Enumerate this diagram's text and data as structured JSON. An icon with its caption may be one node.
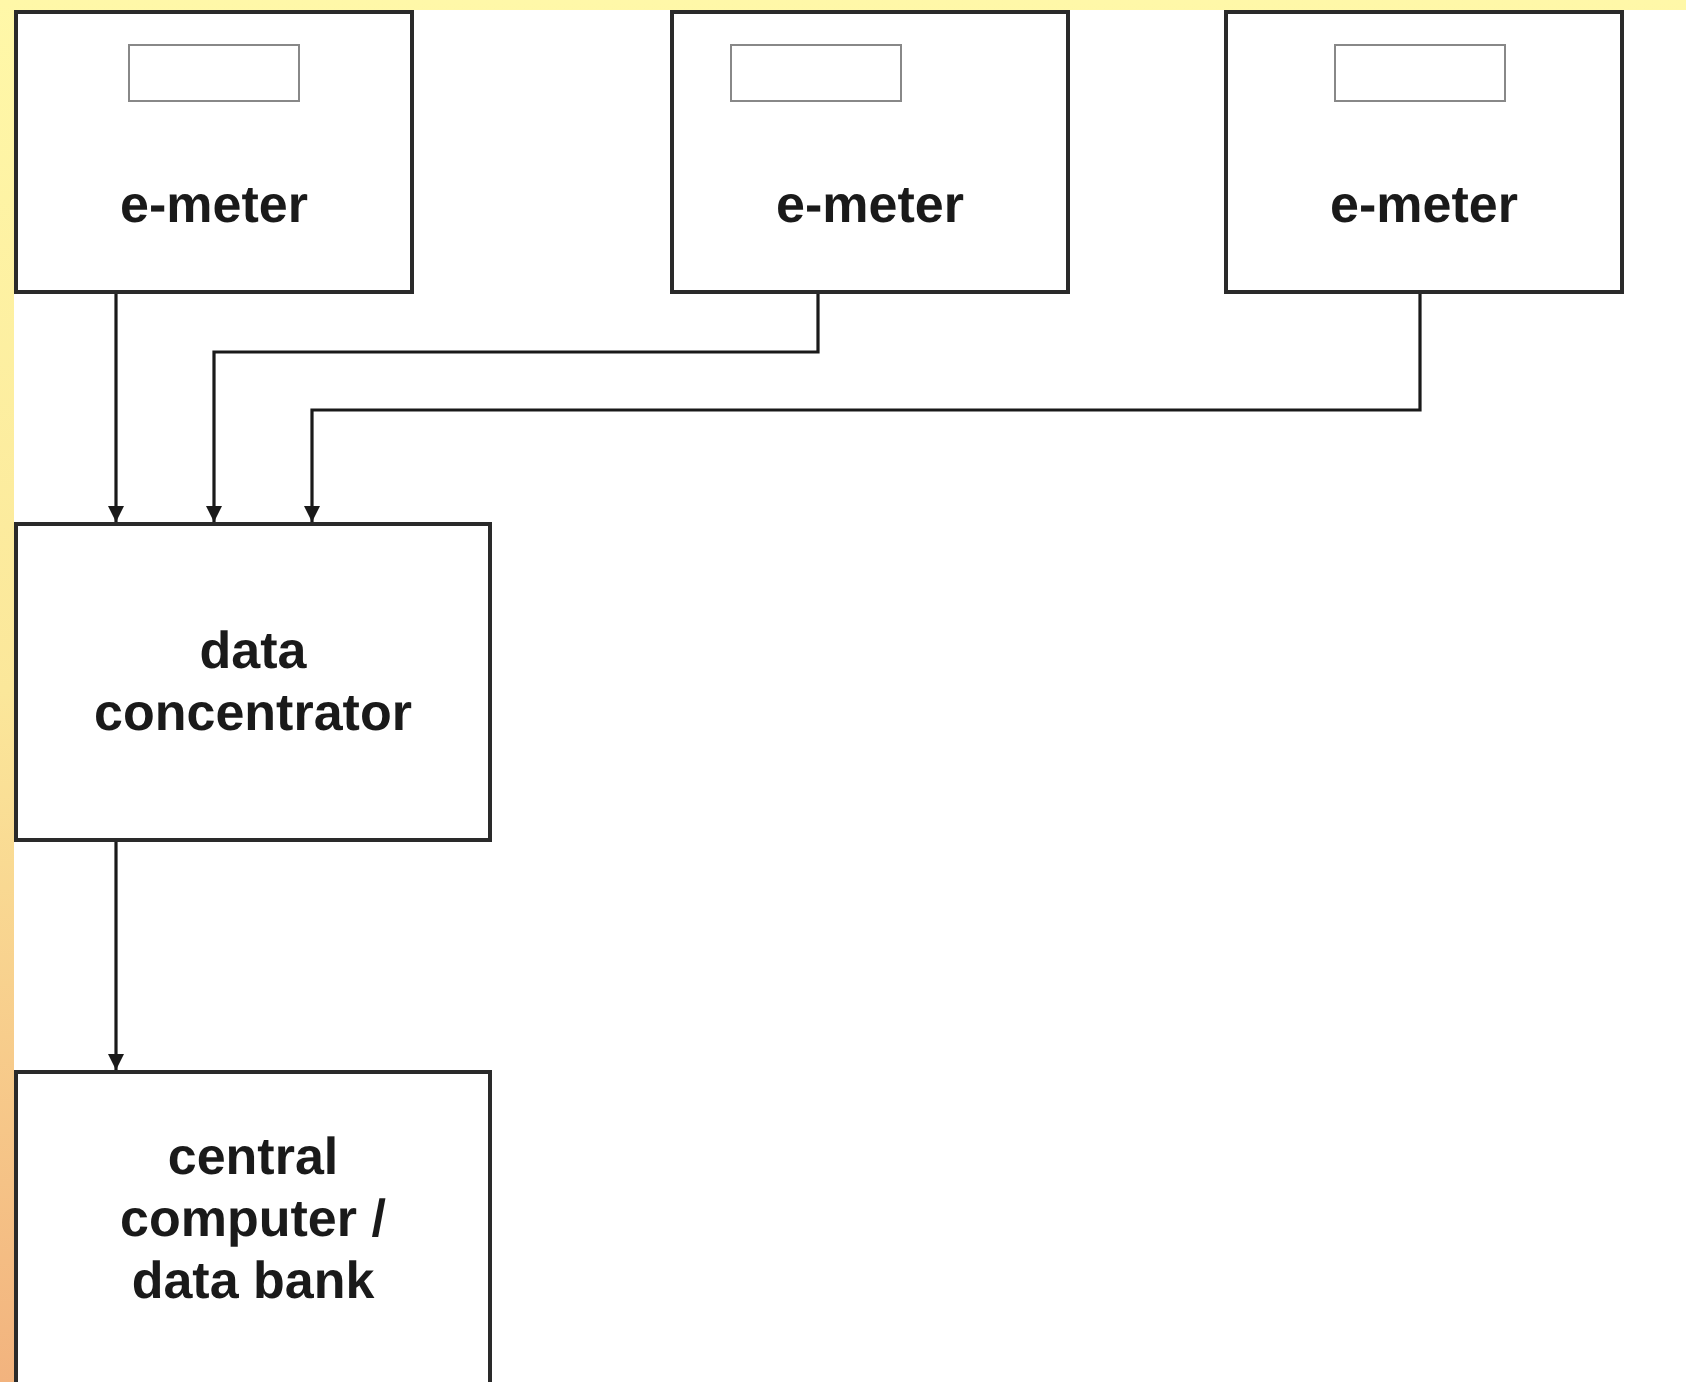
{
  "diagram": {
    "nodes": [
      {
        "text": [
          "e-meter"
        ]
      },
      {
        "text": [],
        "shape": "box",
        "in": 0
      },
      {
        "text": [
          "e-meter"
        ]
      },
      {
        "text": [],
        "shape": "box",
        "in": 2
      },
      {
        "text": [
          "e-meter"
        ]
      },
      {
        "text": [],
        "shape": "box",
        "in": 4
      },
      {
        "text": [
          "data concentrator"
        ]
      },
      {
        "text": [
          "central computer / data bank"
        ]
      }
    ],
    "edges": [
      {
        "from": 0,
        "to": 6,
        "arrow": "to"
      },
      {
        "from": 2,
        "to": 6,
        "arrow": "to"
      },
      {
        "from": 4,
        "to": 6,
        "arrow": "to"
      },
      {
        "from": 6,
        "to": 7,
        "arrow": "to"
      }
    ]
  }
}
